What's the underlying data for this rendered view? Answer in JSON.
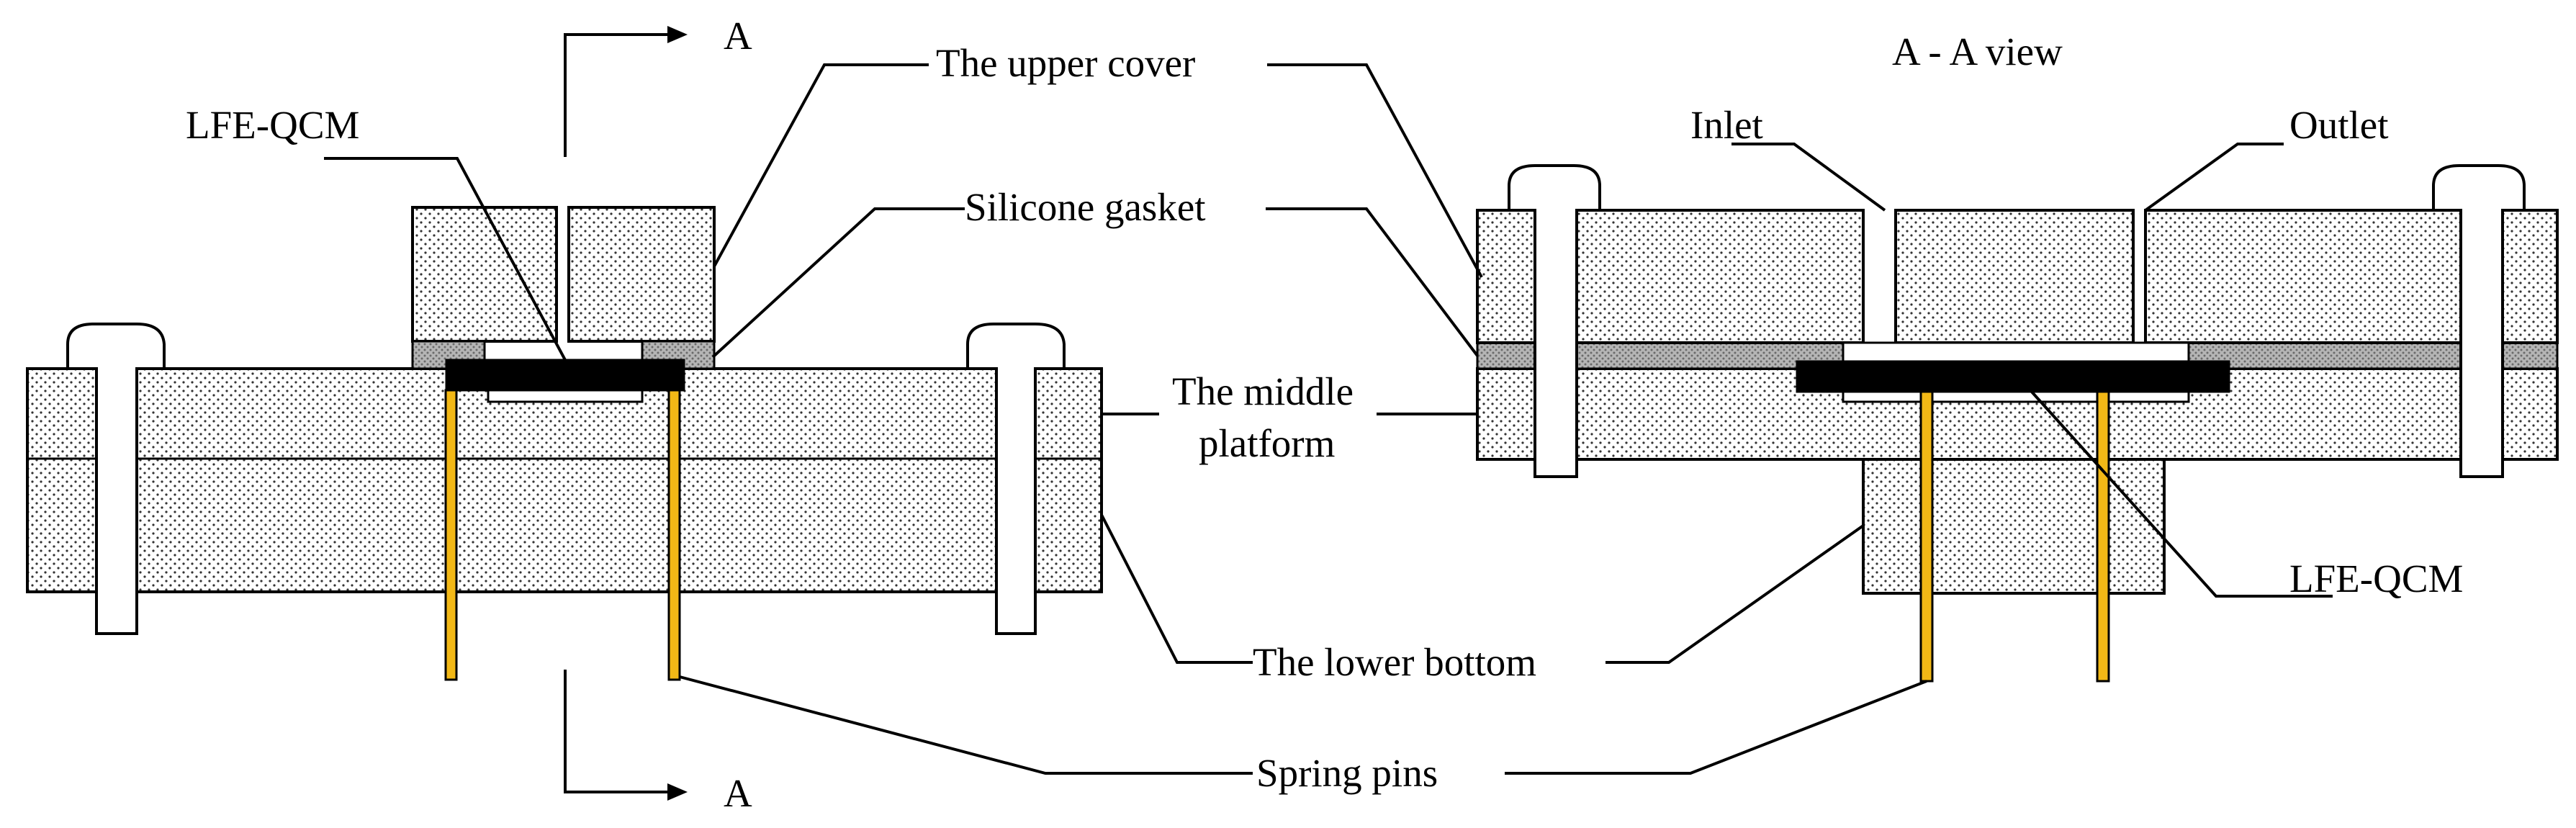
{
  "labels": {
    "section_top": "A",
    "section_bottom": "A",
    "view_title": "A - A view",
    "upper_cover": "The upper cover",
    "lfe_qcm_left": "LFE-QCM",
    "silicone_gasket": "Silicone gasket",
    "middle_platform_line1": "The middle",
    "middle_platform_line2": "platform",
    "lower_bottom": "The lower bottom",
    "spring_pins": "Spring pins",
    "inlet": "Inlet",
    "outlet": "Outlet",
    "lfe_qcm_right": "LFE-QCM"
  },
  "colors": {
    "pin_yellow": "#f2b816",
    "gasket_gray": "#a8a8a8",
    "crystal_black": "#000000",
    "body_fill": "#ffffff"
  }
}
